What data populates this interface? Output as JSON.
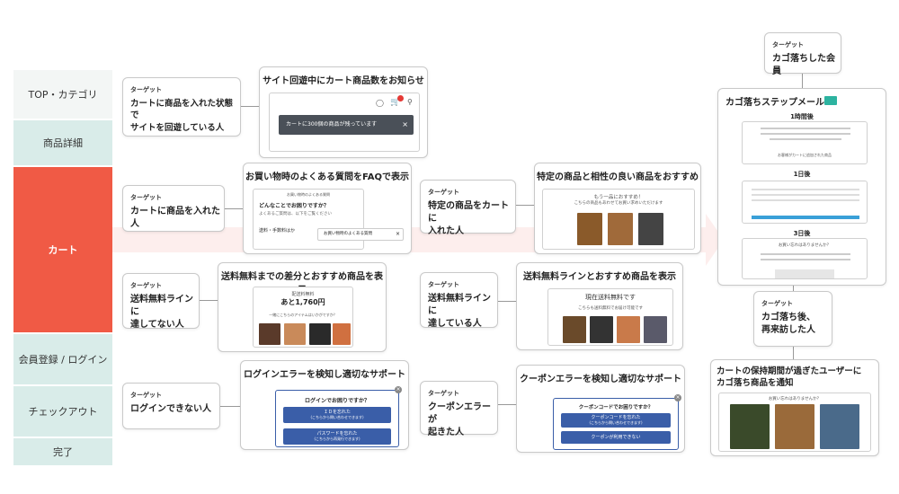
{
  "stages": [
    "TOP・カテゴリ",
    "商品詳細",
    "カート",
    "会員登録 / ログイン",
    "チェックアウト",
    "完了"
  ],
  "target_label": "ターゲット",
  "targets": {
    "t1": "カートに商品を入れた状態で\nサイトを回遊している人",
    "t2": "カートに商品を入れた人",
    "t3": "送料無料ラインに\n達してない人",
    "t4": "ログインできない人",
    "t5": "特定の商品をカートに\n入れた人",
    "t6": "送料無料ラインに\n達している人",
    "t7": "クーポンエラーが\n起きた人",
    "t8": "カゴ落ちした会員",
    "t9": "カゴ落ち後、\n再来訪した人"
  },
  "solutions": {
    "s1": "サイト回遊中にカート商品数をお知らせ",
    "s2": "お買い物時のよくある質問をFAQで表示",
    "s3": "送料無料までの差分とおすすめ商品を表示",
    "s4": "ログインエラーを検知し適切なサポート",
    "s5": "特定の商品と相性の良い商品をおすすめ",
    "s6": "送料無料ラインとおすすめ商品を表示",
    "s7": "クーポンエラーを検知し適切なサポート",
    "s8": "カゴ落ちステップメール",
    "s9": "カートの保持期間が過ぎたユーザーに\nカゴ落ち商品を通知"
  },
  "mock": {
    "cart_toast": "カートに300個の商品が残っています",
    "faq_q": "どんなことでお困りですか？",
    "faq_sub": "よくあるご質問は、以下をご覧ください",
    "faq_item": "送料・手数料はか",
    "faq_btn": "お買い物時のよくある質問",
    "faq_head": "お買い物時のよくある質問",
    "ship_title": "配送料無料",
    "ship_amount": "あと1,760円",
    "ship_sub": "一緒にこちらのアイテムはいかがですか？",
    "rec_title": "もう一品におすすめ！",
    "rec_sub": "こちらの商品もあわせてお買い求めいただけます",
    "free_title": "現在送料無料です",
    "free_sub": "こちらも送料無料でお届け可能です",
    "login_q": "ログインでお困りですか？",
    "login_b1": "ＩＤを忘れた",
    "login_b1s": "(こちらから問い合わせできます)",
    "login_b2": "パスワードを忘れた",
    "login_b2s": "(こちらから再発行できます)",
    "coupon_q": "クーポンコードでお困りですか？",
    "coupon_b1": "クーポンコードを忘れた",
    "coupon_b1s": "(こちらから問い合わせできます)",
    "coupon_b2": "クーポンが利用できない",
    "step1": "1時間後",
    "step2": "1日後",
    "step3": "3日後",
    "mail_text": "お客様がカートに追加された商品",
    "mail_text3": "お買い忘れはありませんか？",
    "notify_text": "お買い忘れはありませんか？"
  },
  "colors": {
    "accent": "#f05a45",
    "teal": "#d9ece9",
    "button": "#3a5ea8",
    "mail": "#2db3a0"
  }
}
